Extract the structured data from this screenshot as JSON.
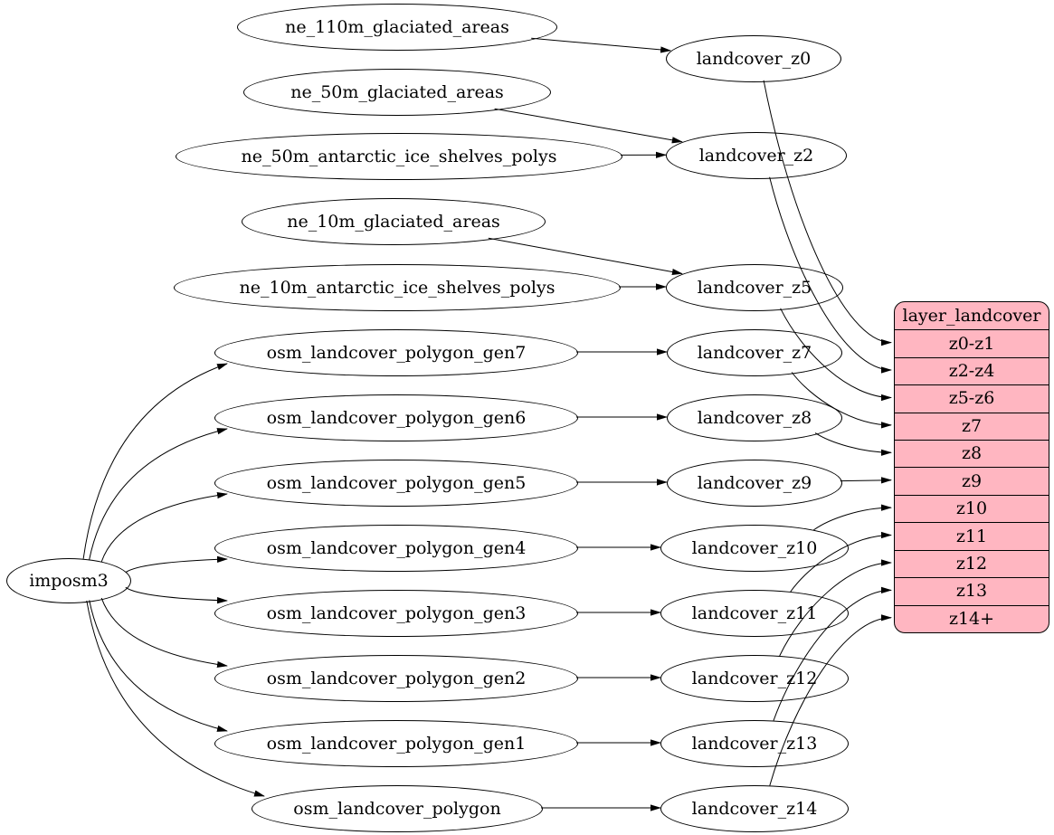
{
  "graph": {
    "nodes": [
      {
        "id": "imposm3",
        "label": "imposm3"
      },
      {
        "id": "ne_110m_glaciated_areas",
        "label": "ne_110m_glaciated_areas"
      },
      {
        "id": "ne_50m_glaciated_areas",
        "label": "ne_50m_glaciated_areas"
      },
      {
        "id": "ne_50m_antarctic_ice_shelves_polys",
        "label": "ne_50m_antarctic_ice_shelves_polys"
      },
      {
        "id": "ne_10m_glaciated_areas",
        "label": "ne_10m_glaciated_areas"
      },
      {
        "id": "ne_10m_antarctic_ice_shelves_polys",
        "label": "ne_10m_antarctic_ice_shelves_polys"
      },
      {
        "id": "osm_landcover_polygon_gen7",
        "label": "osm_landcover_polygon_gen7"
      },
      {
        "id": "osm_landcover_polygon_gen6",
        "label": "osm_landcover_polygon_gen6"
      },
      {
        "id": "osm_landcover_polygon_gen5",
        "label": "osm_landcover_polygon_gen5"
      },
      {
        "id": "osm_landcover_polygon_gen4",
        "label": "osm_landcover_polygon_gen4"
      },
      {
        "id": "osm_landcover_polygon_gen3",
        "label": "osm_landcover_polygon_gen3"
      },
      {
        "id": "osm_landcover_polygon_gen2",
        "label": "osm_landcover_polygon_gen2"
      },
      {
        "id": "osm_landcover_polygon_gen1",
        "label": "osm_landcover_polygon_gen1"
      },
      {
        "id": "osm_landcover_polygon",
        "label": "osm_landcover_polygon"
      },
      {
        "id": "landcover_z0",
        "label": "landcover_z0"
      },
      {
        "id": "landcover_z2",
        "label": "landcover_z2"
      },
      {
        "id": "landcover_z5",
        "label": "landcover_z5"
      },
      {
        "id": "landcover_z7",
        "label": "landcover_z7"
      },
      {
        "id": "landcover_z8",
        "label": "landcover_z8"
      },
      {
        "id": "landcover_z9",
        "label": "landcover_z9"
      },
      {
        "id": "landcover_z10",
        "label": "landcover_z10"
      },
      {
        "id": "landcover_z11",
        "label": "landcover_z11"
      },
      {
        "id": "landcover_z12",
        "label": "landcover_z12"
      },
      {
        "id": "landcover_z13",
        "label": "landcover_z13"
      },
      {
        "id": "landcover_z14",
        "label": "landcover_z14"
      }
    ],
    "record": {
      "title": "layer_landcover",
      "rows": [
        {
          "id": "z0-z1",
          "label": "z0-z1"
        },
        {
          "id": "z2-z4",
          "label": "z2-z4"
        },
        {
          "id": "z5-z6",
          "label": "z5-z6"
        },
        {
          "id": "z7",
          "label": "z7"
        },
        {
          "id": "z8",
          "label": "z8"
        },
        {
          "id": "z9",
          "label": "z9"
        },
        {
          "id": "z10",
          "label": "z10"
        },
        {
          "id": "z11",
          "label": "z11"
        },
        {
          "id": "z12",
          "label": "z12"
        },
        {
          "id": "z13",
          "label": "z13"
        },
        {
          "id": "z14+",
          "label": "z14+"
        }
      ]
    },
    "edges": [
      [
        "ne_110m_glaciated_areas",
        "landcover_z0"
      ],
      [
        "ne_50m_glaciated_areas",
        "landcover_z2"
      ],
      [
        "ne_50m_antarctic_ice_shelves_polys",
        "landcover_z2"
      ],
      [
        "ne_10m_glaciated_areas",
        "landcover_z5"
      ],
      [
        "ne_10m_antarctic_ice_shelves_polys",
        "landcover_z5"
      ],
      [
        "imposm3",
        "osm_landcover_polygon_gen7"
      ],
      [
        "imposm3",
        "osm_landcover_polygon_gen6"
      ],
      [
        "imposm3",
        "osm_landcover_polygon_gen5"
      ],
      [
        "imposm3",
        "osm_landcover_polygon_gen4"
      ],
      [
        "imposm3",
        "osm_landcover_polygon_gen3"
      ],
      [
        "imposm3",
        "osm_landcover_polygon_gen2"
      ],
      [
        "imposm3",
        "osm_landcover_polygon_gen1"
      ],
      [
        "imposm3",
        "osm_landcover_polygon"
      ],
      [
        "osm_landcover_polygon_gen7",
        "landcover_z7"
      ],
      [
        "osm_landcover_polygon_gen6",
        "landcover_z8"
      ],
      [
        "osm_landcover_polygon_gen5",
        "landcover_z9"
      ],
      [
        "osm_landcover_polygon_gen4",
        "landcover_z10"
      ],
      [
        "osm_landcover_polygon_gen3",
        "landcover_z11"
      ],
      [
        "osm_landcover_polygon_gen2",
        "landcover_z12"
      ],
      [
        "osm_landcover_polygon_gen1",
        "landcover_z13"
      ],
      [
        "osm_landcover_polygon",
        "landcover_z14"
      ],
      [
        "landcover_z0",
        "row:z0-z1"
      ],
      [
        "landcover_z2",
        "row:z2-z4"
      ],
      [
        "landcover_z5",
        "row:z5-z6"
      ],
      [
        "landcover_z7",
        "row:z7"
      ],
      [
        "landcover_z8",
        "row:z8"
      ],
      [
        "landcover_z9",
        "row:z9"
      ],
      [
        "landcover_z10",
        "row:z10"
      ],
      [
        "landcover_z11",
        "row:z11"
      ],
      [
        "landcover_z12",
        "row:z12"
      ],
      [
        "landcover_z13",
        "row:z13"
      ],
      [
        "landcover_z14",
        "row:z14+"
      ]
    ],
    "colors": {
      "record_fill": "#ffb6c1",
      "node_fill": "#ffffff",
      "stroke": "#000000"
    }
  }
}
